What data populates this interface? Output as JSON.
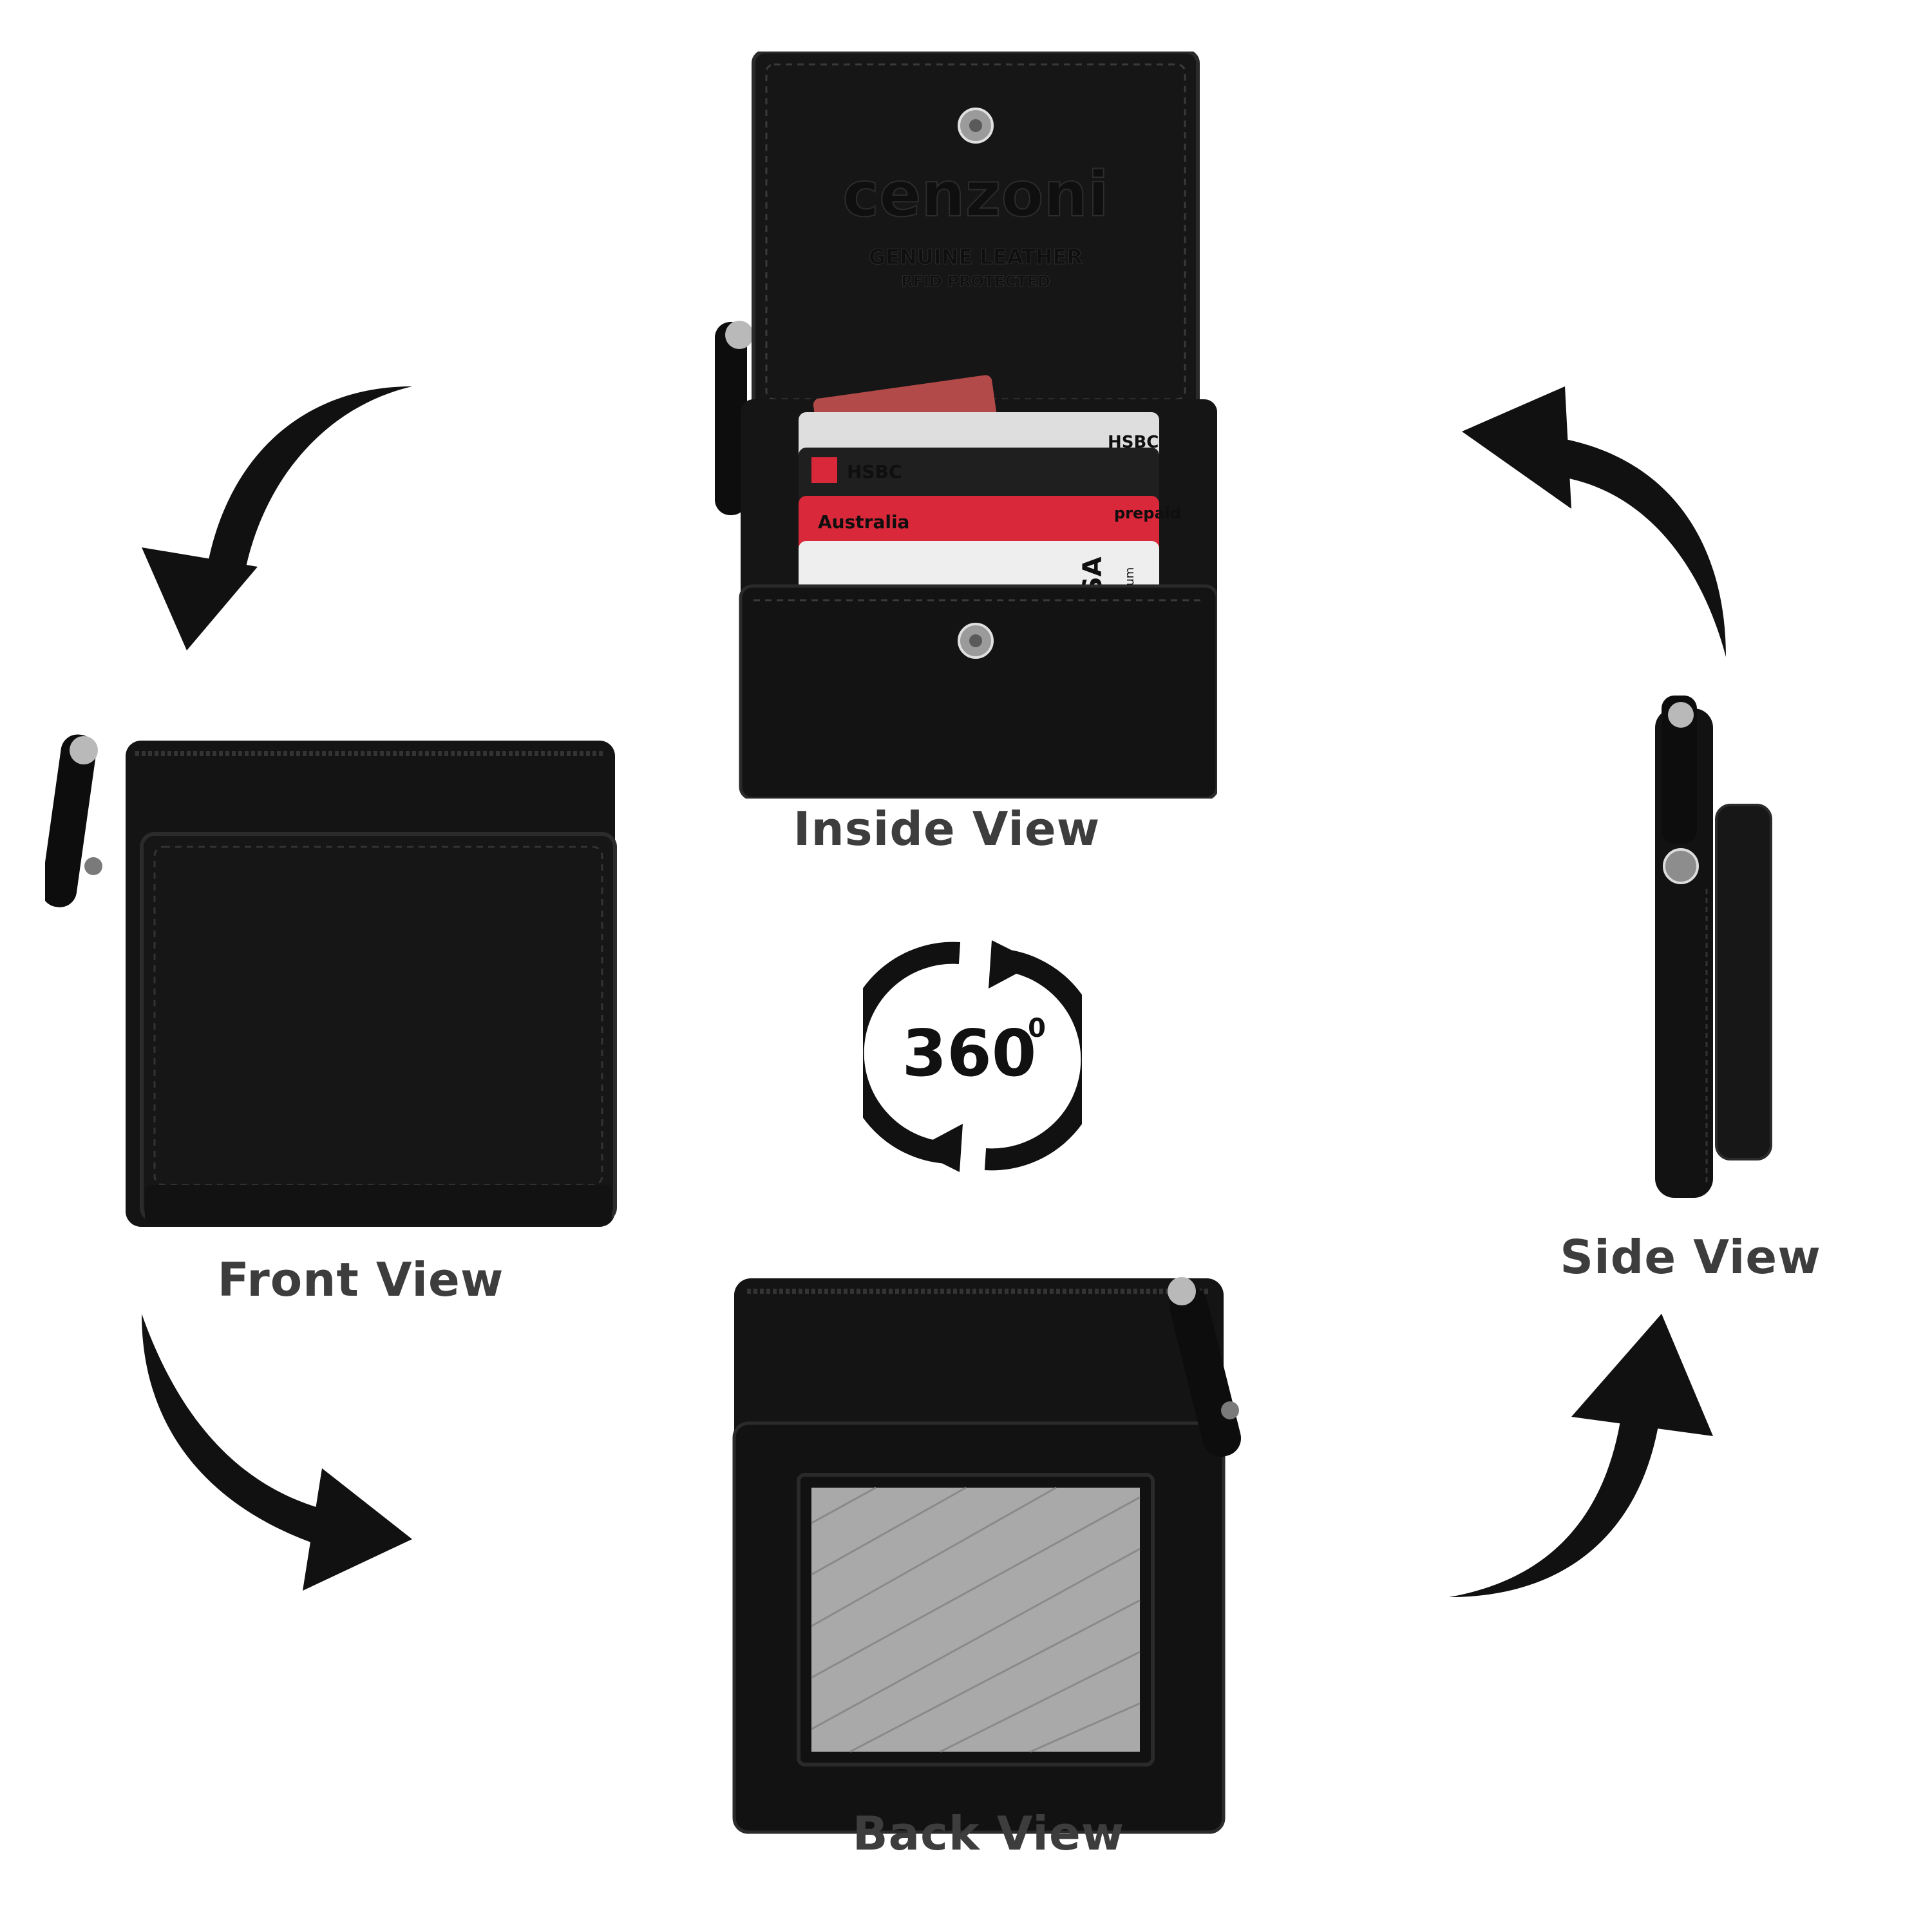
{
  "views": {
    "inside": {
      "label": "Inside View"
    },
    "front": {
      "label": "Front View"
    },
    "back": {
      "label": "Back View"
    },
    "side": {
      "label": "Side View"
    }
  },
  "badge": {
    "text": "360",
    "degree": "0"
  },
  "brand": {
    "logo": "cenzoni",
    "line1": "GENUINE LEATHER",
    "line2": "RFID PROTECTED"
  },
  "cards": [
    {
      "text": "HSBC"
    },
    {
      "text": "HSBC"
    },
    {
      "text": "Australia",
      "tag": "prepaid"
    },
    {
      "text": "VISA",
      "tag": "Platinum"
    }
  ],
  "colors": {
    "leather": "#141414",
    "arrow": "#111111",
    "caption": "#3d3d3d",
    "card_red": "#d8283a"
  }
}
